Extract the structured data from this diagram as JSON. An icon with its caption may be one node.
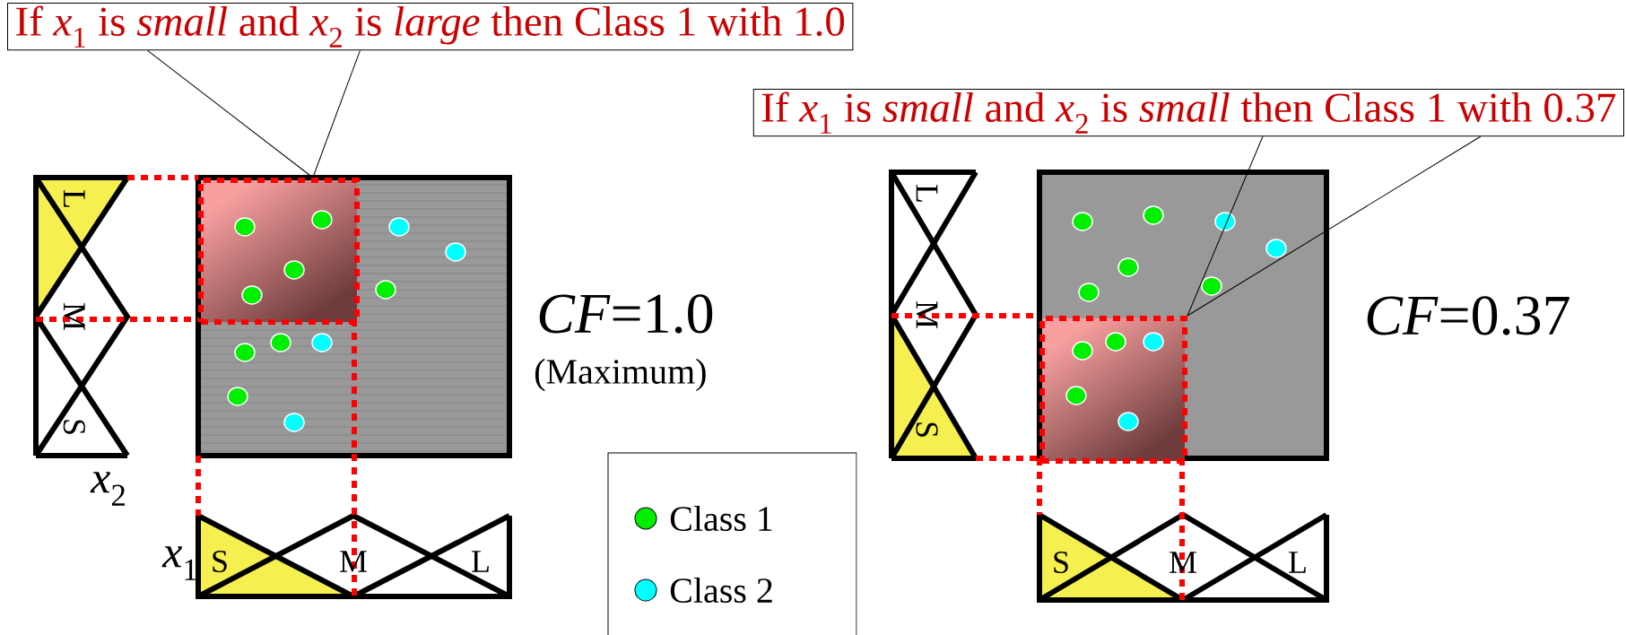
{
  "diagram": {
    "nodes": [
      {
        "text": [
          "If *x*$_{1}$ is *small* and *x*$_{2}$ is *large* then Class 1 with 1.0"
        ]
      },
      {
        "text": [],
        "shape": "box"
      },
      {
        "text": [
          "If *x*$_{1}$ is *small* and *x*$_{2}$ is *small* then Class 1 with 0.37"
        ]
      },
      {
        "text": [],
        "shape": "box"
      }
    ],
    "edges": [
      {
        "from": 0,
        "to": 1,
        "arrow": "none"
      },
      {
        "from": 0,
        "to": 1,
        "arrow": "none"
      },
      {
        "from": 2,
        "to": 3,
        "arrow": "none"
      },
      {
        "from": 2,
        "to": 3,
        "arrow": "none"
      }
    ],
    "labels": [
      "*CF*=1.0",
      "(Maximum)",
      "*CF*=0.37",
      "*x*$_{2}$",
      "*x*$_{1}$",
      "L",
      "M",
      "S",
      "S",
      "M",
      "L",
      "L",
      "M",
      "S",
      "S",
      "M",
      "L"
    ],
    "legend": [
      {
        "text": "Class 1",
        "color": "#00ee00"
      },
      {
        "text": "Class 2",
        "color": "#00ffff"
      }
    ]
  }
}
